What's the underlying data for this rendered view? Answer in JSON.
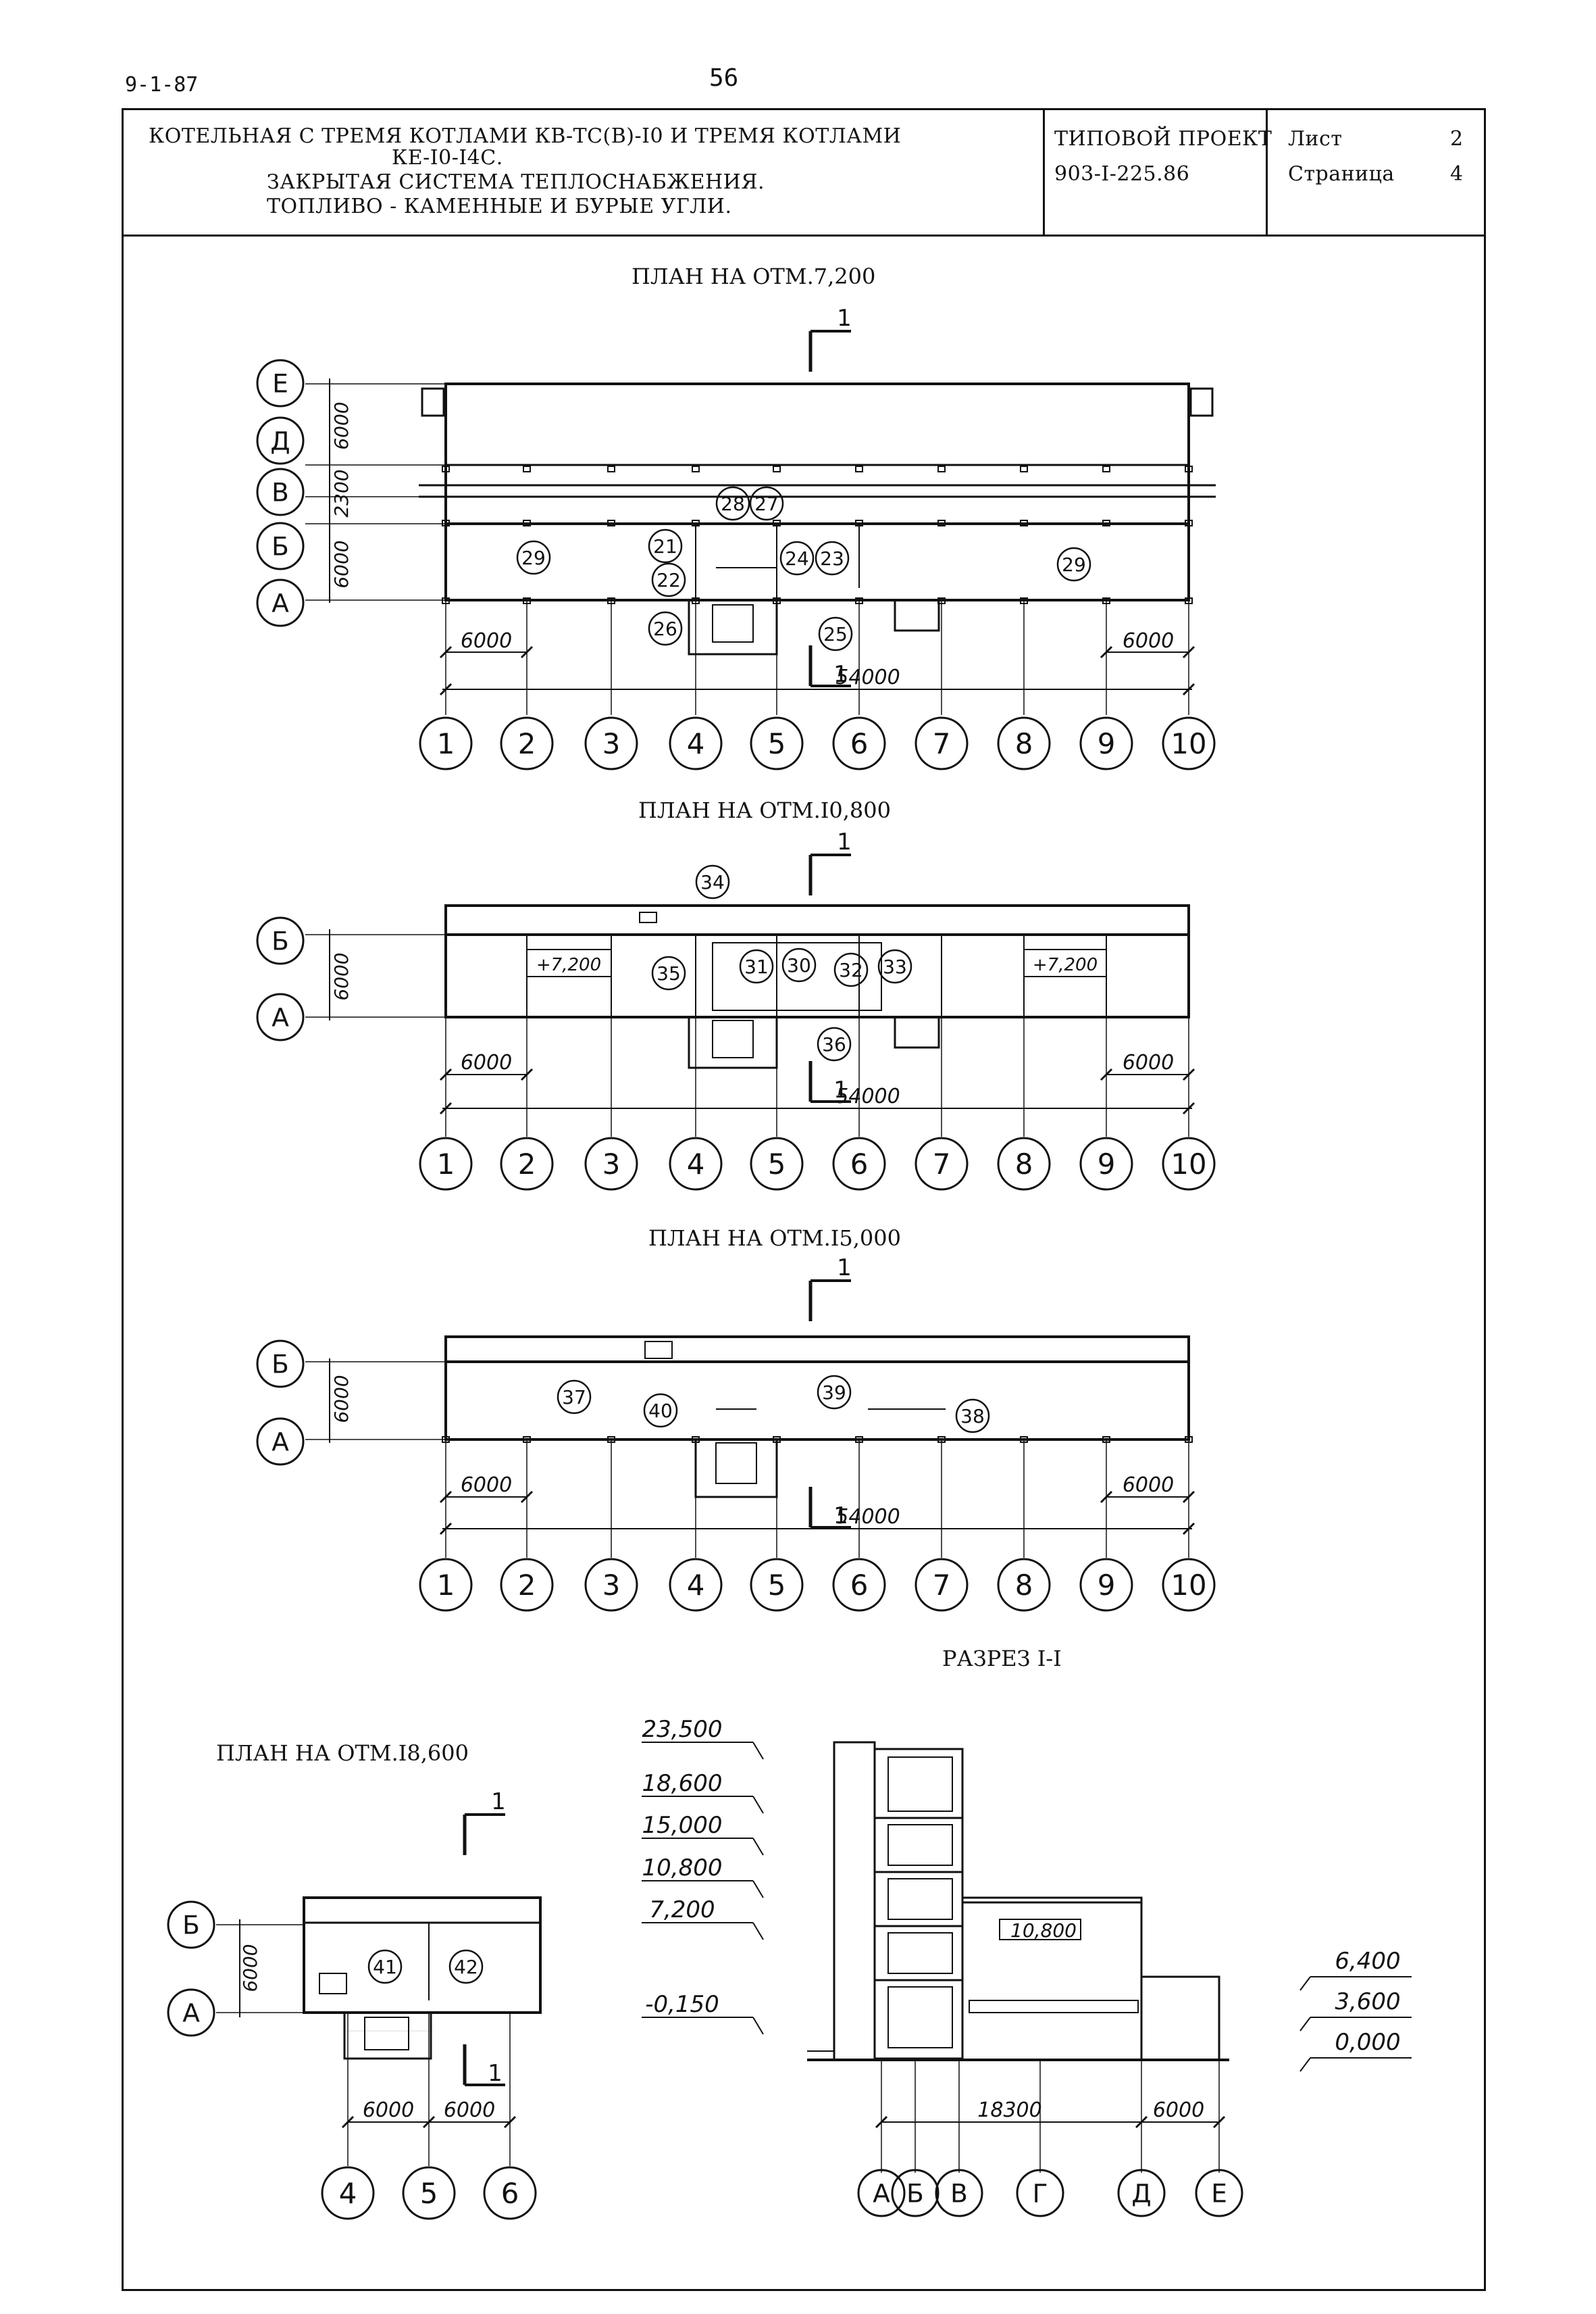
{
  "header": {
    "sheet_code": "9-1-87",
    "page_number": "56"
  },
  "title_block": {
    "line1": "КОТЕЛЬНАЯ С ТРЕМЯ КОТЛАМИ КВ-ТС(В)-I0 И ТРЕМЯ КОТЛАМИ",
    "line2": "КЕ-I0-I4С.",
    "line3": "ЗАКРЫТАЯ СИСТЕМА ТЕПЛОСНАБЖЕНИЯ.",
    "line4": "ТОПЛИВО - КАМЕННЫЕ И БУРЫЕ УГЛИ.",
    "project_label": "ТИПОВОЙ ПРОЕКТ",
    "project_number": "903-I-225.86",
    "sheet_label": "Лист",
    "sheet_value": "2",
    "page_label": "Страница",
    "page_value": "4"
  },
  "plans": {
    "p7200_title": "ПЛАН НА ОТМ.7,200",
    "p10800_title": "ПЛАН НА ОТМ.I0,800",
    "p15000_title": "ПЛАН НА ОТМ.I5,000",
    "p18600_title": "ПЛАН НА ОТМ.I8,600",
    "section_title": "РАЗРЕЗ I-I"
  },
  "grid": {
    "columns": [
      "1",
      "2",
      "3",
      "4",
      "5",
      "6",
      "7",
      "8",
      "9",
      "10"
    ],
    "rows_7200": [
      "Е",
      "Д",
      "В",
      "Б",
      "А"
    ],
    "rows_short": [
      "Б",
      "А"
    ],
    "small_cols": [
      "4",
      "5",
      "6"
    ],
    "section_axes": [
      "А",
      "Б",
      "В",
      "Г",
      "Д",
      "Е"
    ],
    "cut_mark": "1"
  },
  "dims": {
    "bay": "6000",
    "total": "54000",
    "d6000": "6000",
    "d2300": "2300",
    "d18300": "18300",
    "mark_7200": "+7,200",
    "mark_10800": "10,800"
  },
  "rooms_7200": [
    "29",
    "28",
    "27",
    "21",
    "22",
    "24",
    "23",
    "25",
    "26",
    "29"
  ],
  "rooms_10800": [
    "34",
    "35",
    "31",
    "30",
    "32",
    "33",
    "36"
  ],
  "rooms_15000": [
    "37",
    "40",
    "39",
    "38"
  ],
  "rooms_18600": [
    "41",
    "42"
  ],
  "levels": {
    "left": [
      "23,500",
      "18,600",
      "15,000",
      "10,800",
      "7,200",
      "-0,150"
    ],
    "right": [
      "6,400",
      "3,600",
      "0,000"
    ]
  }
}
